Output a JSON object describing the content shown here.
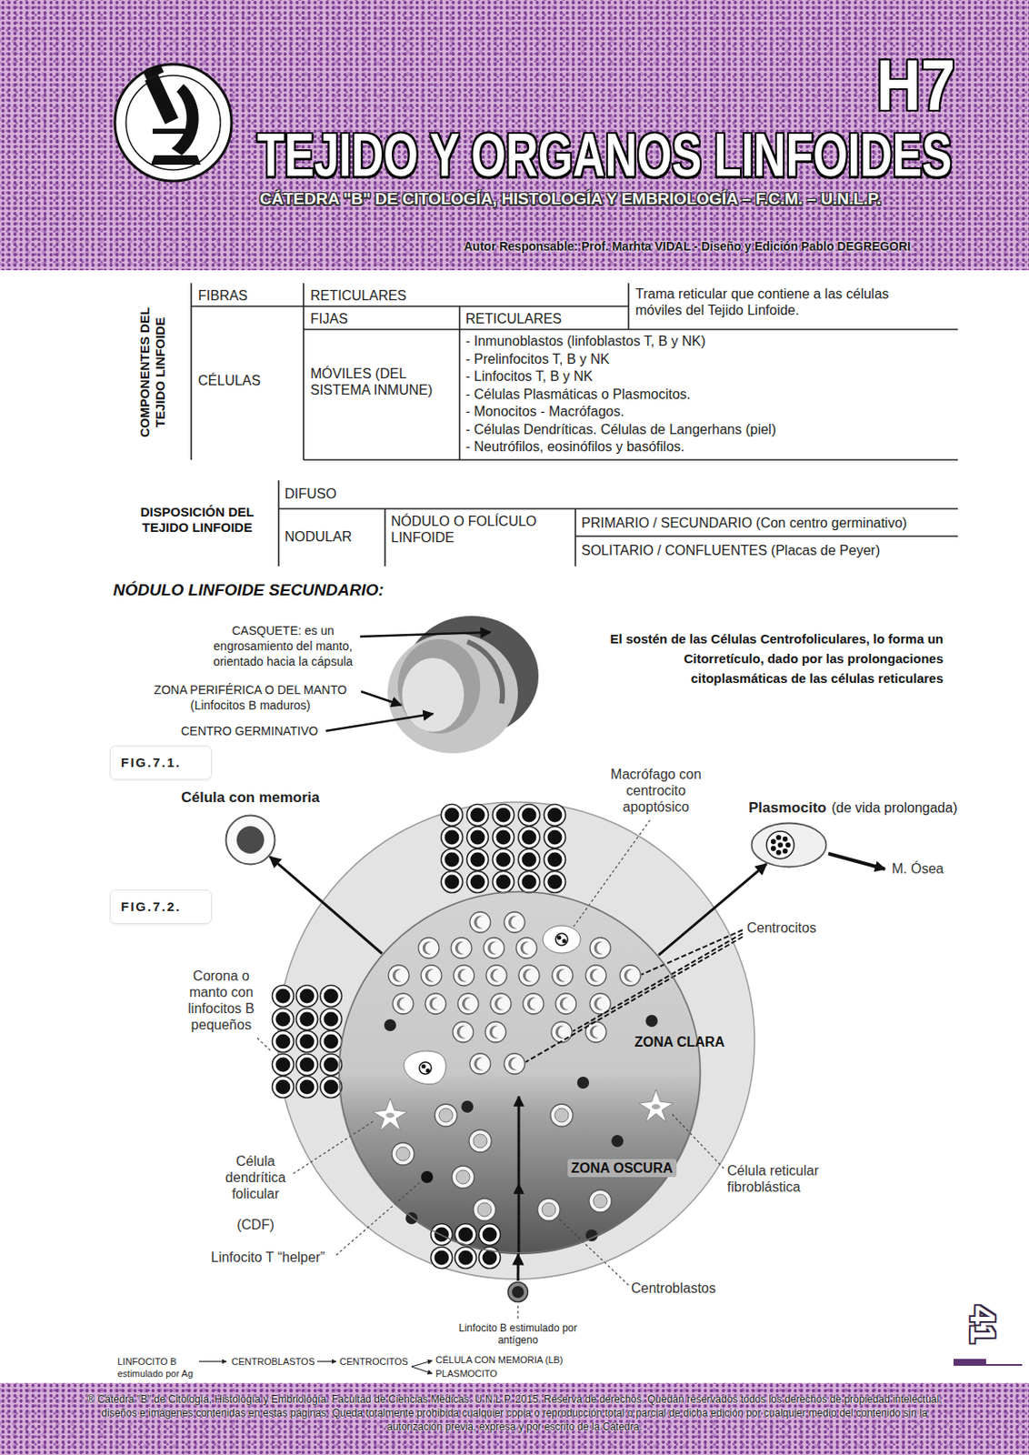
{
  "diagram": {
    "title": "TEJIDO Y ORGANOS LINFOIDES",
    "nodes": [
      {
        "text": [
          "FIG.7.1."
        ]
      },
      {
        "text": [
          "FIG.7.2."
        ]
      },
      {
        "text": [
          "Célula con memoria"
        ]
      },
      {
        "text": [
          "Plasmocito",
          "(de vida prolongada)"
        ]
      },
      {
        "text": [
          "ZONA CLARA",
          "ZONA OSCURA"
        ]
      },
      {
        "text": [
          "Linfocito B estimulado por antígeno"
        ]
      }
    ],
    "edges": [
      {
        "from": 4,
        "to": 2,
        "arrow": "to"
      },
      {
        "from": 4,
        "to": 3,
        "arrow": "to"
      },
      {
        "from": 5,
        "to": 4,
        "arrow": "to"
      }
    ],
    "labels": [
      "H7",
      "CÁTEDRA \"B\" DE CITOLOGÍA, HISTOLOGÍA Y EMBRIOLOGÍA – F.C.M. – U.N.L.P.",
      "Autor Responsable: Prof. Marhta VIDAL - Diseño y Edición Pablo DEGREGORI",
      "COMPONENTES DEL TEJIDO LINFOIDE",
      "FIBRAS",
      "RETICULARES",
      "Trama reticular que contiene a las células móviles del Tejido Linfoide.",
      "CÉLULAS",
      "FIJAS",
      "RETICULARES",
      "MÓVILES (DEL SISTEMA INMUNE)",
      "- Inmunoblastos (linfoblastos T, B y NK)",
      "- Prelinfocitos T, B y NK",
      "- Linfocitos T, B y NK",
      "- Células Plasmáticas o Plasmocitos.",
      "- Monocitos - Macrófagos.",
      "- Células Dendríticas. Células de Langerhans (piel)",
      "- Neutrófilos, eosinófilos y basófilos.",
      "DISPOSICIÓN DEL TEJIDO LINFOIDE",
      "DIFUSO",
      "NODULAR",
      "NÓDULO O FOLÍCULO LINFOIDE",
      "PRIMARIO / SECUNDARIO (Con centro germinativo)",
      "SOLITARIO / CONFLUENTES (Placas de Peyer)",
      "NÓDULO LINFOIDE SECUNDARIO:",
      "CASQUETE: es un engrosamiento del manto, orientado hacia la cápsula",
      "ZONA PERIFÉRICA O DEL MANTO (Linfocitos B maduros)",
      "CENTRO GERMINATIVO",
      "El sostén de las Células Centrofoliculares, lo forma un Citorretículo, dado por las prolongaciones citoplasmáticas de las células reticulares",
      "Macrófago con centrocito apoptósico",
      "M. Ósea",
      "Centrocitos",
      "Corona o manto con linfocitos B pequeños",
      "Célula reticular fibroblástica",
      "Célula dendrítica folicular",
      "(CDF)",
      "Linfocito T “helper”",
      "Centroblastos",
      "LINFOCITO B estimulado por Ag",
      "CENTROBLASTOS",
      "CENTROCITOS",
      "CÉLULA CON MEMORIA (LB)",
      "PLASMOCITO",
      "41",
      "® Cátedra \"B\" de Citología, Histología y Embriología. Facultad de Ciencias Médicas. U.N.L.P. 2015. Reserva de derechos. Quedan reservados todos los derechos de propiedad intelectual, diseños e imágenes contenidas en estas páginas. Queda totalmente prohibida cualquier copia o reproducción total o parcial de dicha edición por cualquier medio del contenido sin la autorización previa, expresa y por escrito de la Cátedra."
    ]
  }
}
